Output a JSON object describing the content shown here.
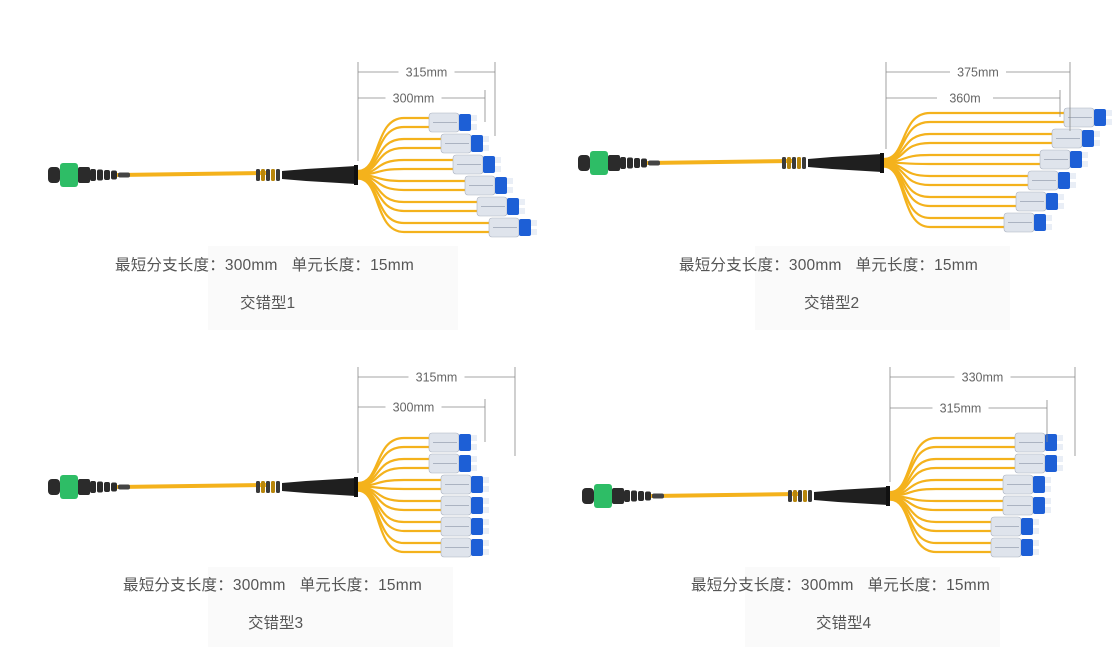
{
  "colors": {
    "fiber": "#f4b21c",
    "fiber_dark": "#d9960e",
    "mpo_body": "#2b2b2b",
    "mpo_green": "#2ebd66",
    "lc_blue": "#1d5fd6",
    "lc_body": "#dfe4ec",
    "dimension_line": "#888888",
    "caption_bg": "#fafafa"
  },
  "icons": {
    "connector": "mpo-connector-icon",
    "breakout": "breakout-boot-icon",
    "duplex": "lc-duplex-connector-icon"
  },
  "panels": [
    {
      "id": "type1",
      "title": "交错型1",
      "spec_min_label": "最短分支长度：",
      "spec_min_value": "300mm",
      "spec_unit_label": "单元长度：",
      "spec_unit_value": "15mm",
      "dim_long": "315mm",
      "dim_short": "300mm",
      "stagger": [
        0,
        1,
        2,
        3,
        4,
        5
      ]
    },
    {
      "id": "type2",
      "title": "交错型2",
      "spec_min_label": "最短分支长度：",
      "spec_min_value": "300mm",
      "spec_unit_label": "单元长度：",
      "spec_unit_value": "15mm",
      "dim_long": "375mm",
      "dim_short": "360m",
      "stagger": [
        5,
        4,
        3,
        2,
        1,
        0
      ]
    },
    {
      "id": "type3",
      "title": "交错型3",
      "spec_min_label": "最短分支长度：",
      "spec_min_value": "300mm",
      "spec_unit_label": "单元长度：",
      "spec_unit_value": "15mm",
      "dim_long": "315mm",
      "dim_short": "300mm",
      "stagger": [
        0,
        0,
        1,
        1,
        1,
        1
      ]
    },
    {
      "id": "type4",
      "title": "交错型4",
      "spec_min_label": "最短分支长度：",
      "spec_min_value": "300mm",
      "spec_unit_label": "单元长度：",
      "spec_unit_value": "15mm",
      "dim_long": "330mm",
      "dim_short": "315mm",
      "stagger": [
        2,
        2,
        1,
        1,
        0,
        0
      ]
    }
  ]
}
